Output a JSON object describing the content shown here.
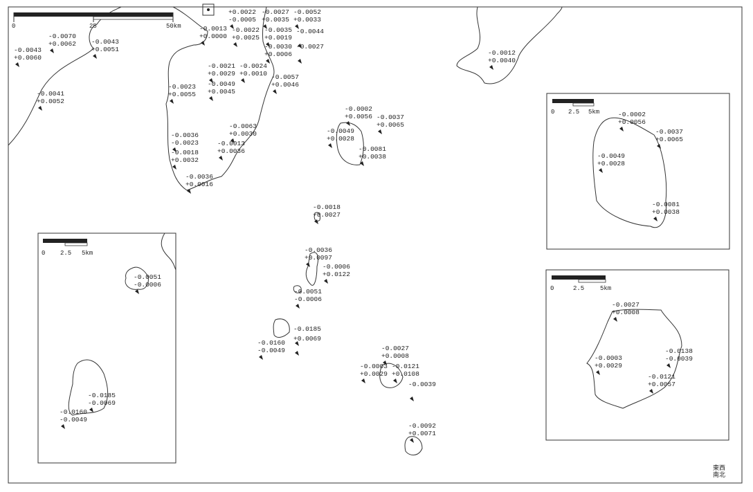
{
  "main_scale": {
    "ticks": [
      "0",
      "25",
      "50km"
    ]
  },
  "inset_scale": {
    "ticks": [
      "0",
      "2.5",
      "5km"
    ]
  },
  "legend": {
    "line1": "東西",
    "line2": "南北"
  },
  "main_labels": [
    [
      "-0.0070",
      "+0.0062"
    ],
    [
      "-0.0043",
      "+0.0060"
    ],
    [
      "-0.0043",
      "+0.0051"
    ],
    [
      "-0.0041",
      "+0.0052"
    ],
    [
      "+0.0022",
      "-0.0005"
    ],
    [
      "-0.0013",
      "+0.0000"
    ],
    [
      "-0.0022",
      "+0.0025"
    ],
    [
      "-0.0027",
      "+0.0035"
    ],
    [
      "-0.0052",
      "+0.0033"
    ],
    [
      "-0.0035",
      "+0.0019"
    ],
    [
      "-0.0044",
      ""
    ],
    [
      "-0.0030",
      "+0.0006"
    ],
    [
      "-0.0027",
      ""
    ],
    [
      "-0.0021",
      "+0.0029"
    ],
    [
      "-0.0024",
      "+0.0010"
    ],
    [
      "-0.0057",
      "+0.0046"
    ],
    [
      "-0.0049",
      "+0.0045"
    ],
    [
      "-0.0023",
      "+0.0055"
    ],
    [
      "-0.0063",
      "+0.0030"
    ],
    [
      "-0.0036",
      "-0.0023"
    ],
    [
      "-0.0013",
      "+0.0036"
    ],
    [
      "-0.0018",
      "+0.0032"
    ],
    [
      "-0.0036",
      "+0.0016"
    ],
    [
      "-0.0002",
      "+0.0056"
    ],
    [
      "-0.0037",
      "+0.0065"
    ],
    [
      "-0.0049",
      "+0.0028"
    ],
    [
      "-0.0081",
      "+0.0038"
    ],
    [
      "-0.0018",
      "+0.0027"
    ],
    [
      "-0.0012",
      "+0.0040"
    ],
    [
      "-0.0036",
      "+0.0097"
    ],
    [
      "-0.0006",
      "+0.0122"
    ],
    [
      "-0.0051",
      "-0.0006"
    ],
    [
      "-0.0185",
      ""
    ],
    [
      "-0.0160",
      "-0.0049"
    ],
    [
      "+0.0069",
      ""
    ],
    [
      "-0.0027",
      "+0.0008"
    ],
    [
      "-0.0003",
      "+0.0029"
    ],
    [
      "-0.0121",
      "+0.0108"
    ],
    [
      "-0.0039",
      ""
    ],
    [
      "-0.0092",
      "+0.0071"
    ]
  ],
  "inset_west_labels": [
    [
      "-0.0051",
      "-0.0006"
    ],
    [
      "-0.0185",
      "-0.0069"
    ],
    [
      "-0.0160",
      "-0.0049"
    ]
  ],
  "inset_ne_labels": [
    [
      "-0.0002",
      "+0.0056"
    ],
    [
      "-0.0037",
      "+0.0065"
    ],
    [
      "-0.0049",
      "+0.0028"
    ],
    [
      "-0.0081",
      "+0.0038"
    ]
  ],
  "inset_se_labels": [
    [
      "-0.0027",
      "+0.0008"
    ],
    [
      "-0.0138",
      "-0.0039"
    ],
    [
      "-0.0003",
      "+0.0029"
    ],
    [
      "-0.0121",
      "+0.0057"
    ]
  ]
}
